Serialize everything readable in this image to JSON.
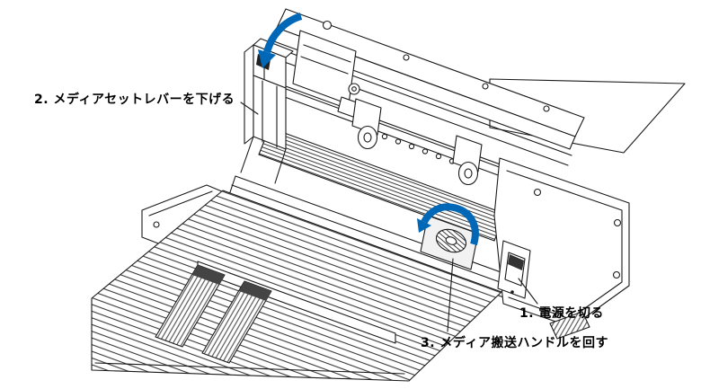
{
  "figure": {
    "labels": {
      "step1": "1. 電源を切る",
      "step2": "2. メディアセットレバーを下げる",
      "step3": "3. メディア搬送ハンドルを回す"
    },
    "colors": {
      "arrow": "#0068b7",
      "line": "#1a1a1a",
      "background": "#ffffff"
    }
  }
}
